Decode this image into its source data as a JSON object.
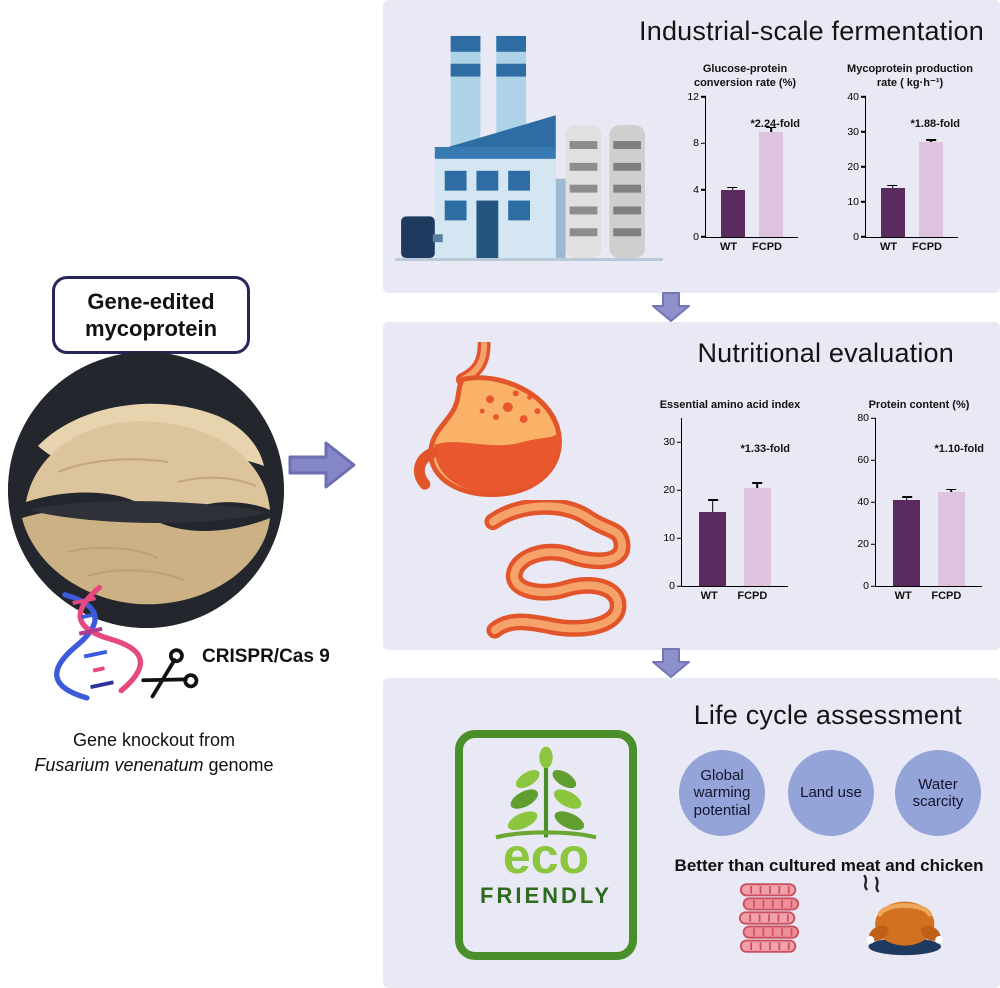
{
  "left": {
    "title": "Gene-edited\nmycoprotein",
    "crispr": "CRISPR/Cas 9",
    "caption_line1": "Gene knockout from",
    "species": "Fusarium venenatum",
    "genome_suffix": " genome"
  },
  "panels": {
    "fermentation": {
      "title": "Industrial-scale fermentation"
    },
    "nutrition": {
      "title": "Nutritional evaluation"
    },
    "lifecycle": {
      "title": "Life cycle assessment",
      "eco": "eco",
      "friendly": "FRIENDLY",
      "circles": [
        "Global warming potential",
        "Land use",
        "Water scarcity"
      ],
      "footnote": "Better than cultured meat and chicken"
    }
  },
  "chart_data": [
    {
      "type": "bar",
      "title": "Glucose-protein\nconversion rate (%)",
      "categories": [
        "WT",
        "FCPD"
      ],
      "values": [
        4.0,
        9.0
      ],
      "errors": [
        0.2,
        0.35
      ],
      "annotation": "*2.24-fold",
      "ylim": [
        0,
        12
      ],
      "yticks": [
        0,
        4,
        8,
        12
      ]
    },
    {
      "type": "bar",
      "title": "Mycoprotein production\nrate ( kg·h⁻¹)",
      "categories": [
        "WT",
        "FCPD"
      ],
      "values": [
        14.0,
        27.0
      ],
      "errors": [
        0.5,
        0.5
      ],
      "annotation": "*1.88-fold",
      "ylim": [
        0,
        40
      ],
      "yticks": [
        0,
        10,
        20,
        30,
        40
      ]
    },
    {
      "type": "bar",
      "title": "Essential amino acid index",
      "categories": [
        "WT",
        "FCPD"
      ],
      "values": [
        15.5,
        20.5
      ],
      "errors": [
        2.5,
        1.0
      ],
      "annotation": "*1.33-fold",
      "ylim": [
        0,
        35
      ],
      "yticks": [
        0,
        10,
        20,
        30
      ]
    },
    {
      "type": "bar",
      "title": "Protein content (%)",
      "categories": [
        "WT",
        "FCPD"
      ],
      "values": [
        41.0,
        45.0
      ],
      "errors": [
        1.5,
        1.0
      ],
      "annotation": "*1.10-fold",
      "ylim": [
        0,
        80
      ],
      "yticks": [
        0,
        20,
        40,
        60,
        80
      ]
    }
  ],
  "colors": {
    "panel_bg": "#e9e9f5",
    "bar_wt": "#5b2a5e",
    "bar_fcpd": "#ddc3dd",
    "arrow_purple": "#8e90cc",
    "eco_green": "#8cc63f",
    "eco_dark_green": "#2f6b1e",
    "circle_blue": "#94a3d8"
  }
}
